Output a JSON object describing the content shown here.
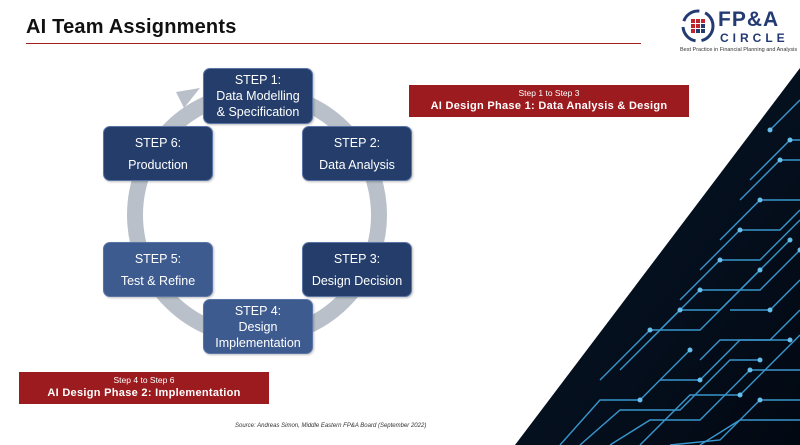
{
  "header": {
    "title": "AI Team Assignments"
  },
  "logo": {
    "main": "FP&A",
    "sub": "CIRCLE",
    "tagline": "Best Practice in Financial Planning and Analysis"
  },
  "steps": [
    {
      "label": "STEP 1:",
      "lines": [
        "Data Modelling",
        "& Specification"
      ]
    },
    {
      "label": "STEP 2:",
      "lines": [
        "Data Analysis"
      ]
    },
    {
      "label": "STEP 3:",
      "lines": [
        "Design Decision"
      ]
    },
    {
      "label": "STEP 4:",
      "lines": [
        "Design",
        "Implementation"
      ]
    },
    {
      "label": "STEP 5:",
      "lines": [
        "Test & Refine"
      ]
    },
    {
      "label": "STEP 6:",
      "lines": [
        "Production"
      ]
    }
  ],
  "phases": [
    {
      "range": "Step 1 to Step 3",
      "name": "AI Design Phase 1: Data Analysis & Design"
    },
    {
      "range": "Step 4 to Step 6",
      "name": "AI Design Phase 2: Implementation"
    }
  ],
  "source": "Source: Andreas Simon, Middle Eastern FP&A Board (September 2022)",
  "colors": {
    "step_fill": "#243d6b",
    "phase_fill": "#9b1b1f",
    "cycle_ring": "#b9c0c9",
    "title_rule": "#a31c1c"
  }
}
